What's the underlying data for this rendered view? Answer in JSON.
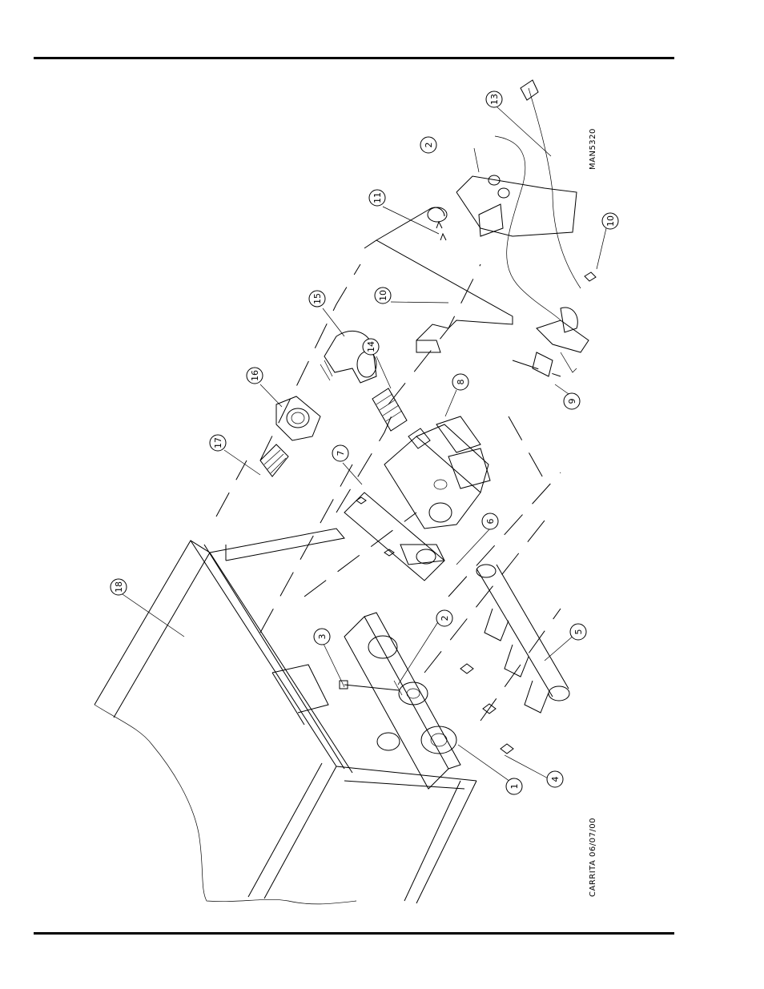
{
  "drawing_id": "MAN5320",
  "drawn_by_date": "CARRITA 06/07/00",
  "callouts": [
    {
      "id": "c18",
      "label": "18"
    },
    {
      "id": "c17",
      "label": "17"
    },
    {
      "id": "c16",
      "label": "16"
    },
    {
      "id": "c15",
      "label": "15"
    },
    {
      "id": "c14",
      "label": "14"
    },
    {
      "id": "c13",
      "label": "13"
    },
    {
      "id": "c11",
      "label": "11"
    },
    {
      "id": "c10a",
      "label": "10"
    },
    {
      "id": "c10b",
      "label": "10"
    },
    {
      "id": "c9",
      "label": "9"
    },
    {
      "id": "c8",
      "label": "8"
    },
    {
      "id": "c7",
      "label": "7"
    },
    {
      "id": "c6",
      "label": "6"
    },
    {
      "id": "c5",
      "label": "5"
    },
    {
      "id": "c4",
      "label": "4"
    },
    {
      "id": "c3",
      "label": "3"
    },
    {
      "id": "c2a",
      "label": "2"
    },
    {
      "id": "c2b",
      "label": "2"
    },
    {
      "id": "c1",
      "label": "1"
    }
  ]
}
